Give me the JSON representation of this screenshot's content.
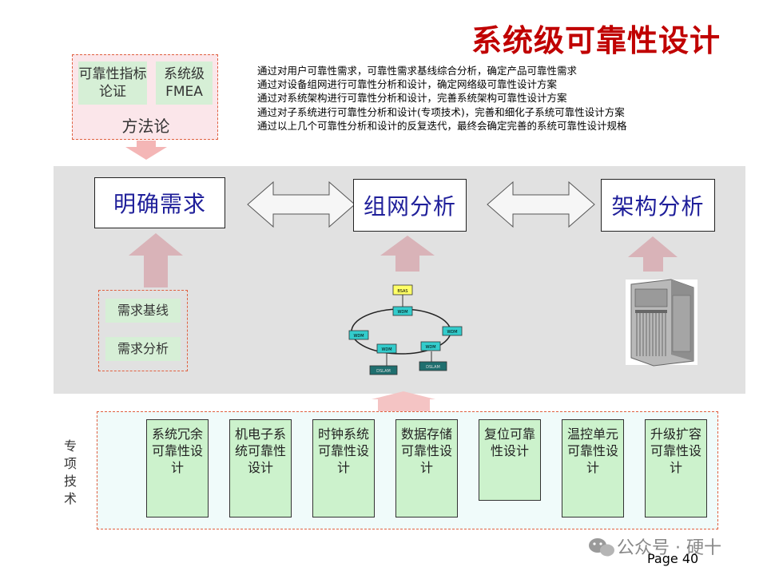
{
  "title": "系统级可靠性设计",
  "methodology": {
    "chip_1": "可靠性指标论证",
    "chip_2_line1": "系统级",
    "chip_2_line2": "FMEA",
    "label": "方法论"
  },
  "description_lines": [
    "通过对用户可靠性需求，可靠性需求基线综合分析，确定产品可靠性需求",
    "通过对设备组网进行可靠性分析和设计，确定网络级可靠性设计方案",
    "通过对系统架构进行可靠性分析和设计，完善系统架构可靠性设计方案",
    "通过对子系统进行可靠性分析和设计(专项技术)，完善和细化子系统可靠性设计方案",
    "通过以上几个可靠性分析和设计的反复迭代，最终会确定完善的系统可靠性设计规格"
  ],
  "stages": {
    "requirements": "明确需求",
    "networking": "组网分析",
    "architecture": "架构分析"
  },
  "requirement_inputs": {
    "baseline": "需求基线",
    "analysis": "需求分析"
  },
  "network_nodes": {
    "top": "BSAS",
    "wdm": "WDM",
    "dslam": "DSLAM"
  },
  "special_tech": {
    "side_label": "专项技术",
    "items": [
      "系统冗余可靠性设计",
      "机电子系统可靠性设计",
      "时钟系统可靠性设计",
      "数据存储可靠性设计",
      "复位可靠性设计",
      "温控单元可靠性设计",
      "升级扩容可靠性设计"
    ]
  },
  "footer": {
    "brand": "公众号 · 硬十",
    "page": "Page 40"
  }
}
